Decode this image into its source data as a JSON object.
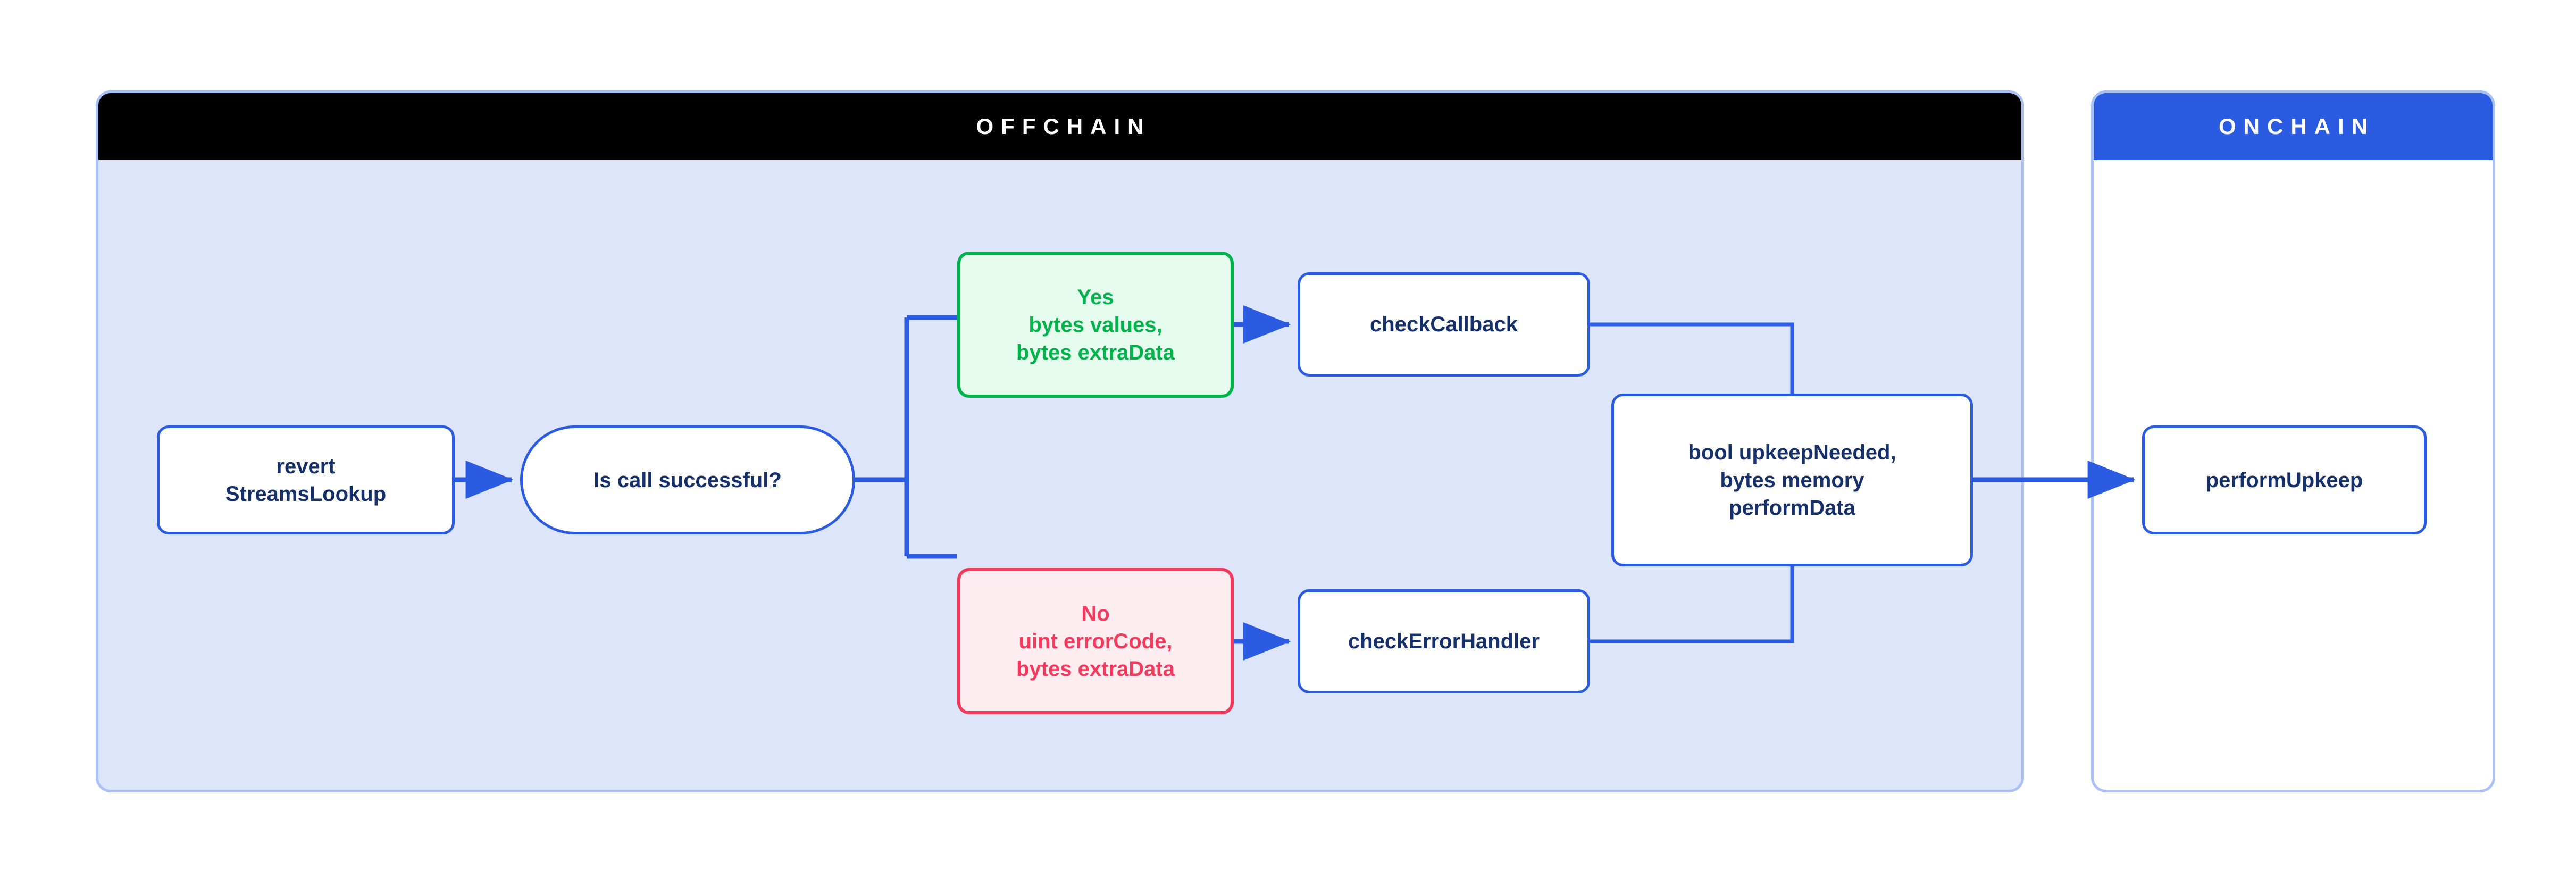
{
  "diagram": {
    "title_offchain": "OFFCHAIN",
    "title_onchain": "ONCHAIN",
    "colors": {
      "offchain_header_bg": "#000000",
      "onchain_header_bg": "#2B5BE0",
      "offchain_panel_bg": "#DCE5FA",
      "onchain_panel_bg": "#FFFFFF",
      "panel_border": "#A9C1F4",
      "node_border_blue": "#2B5BE0",
      "node_text_navy": "#15306B",
      "success_green": "#00B34A",
      "success_green_bg": "#E4FBEE",
      "error_red": "#F23A5C",
      "error_red_bg": "#FDEDF0",
      "connector_blue": "#2B5BE0"
    },
    "panels": [
      {
        "id": "offchain",
        "label": "OFFCHAIN"
      },
      {
        "id": "onchain",
        "label": "ONCHAIN"
      }
    ],
    "nodes": {
      "revert": "revert\nStreamsLookup",
      "decision": "Is call successful?",
      "yes": "Yes\nbytes values,\nbytes extraData",
      "no": "No\nuint errorCode,\nbytes extraData",
      "check_callback": "checkCallback",
      "check_error_handler": "checkErrorHandler",
      "upkeep_needed": "bool upkeepNeeded,\nbytes memory\nperformData",
      "perform_upkeep": "performUpkeep"
    },
    "edges": [
      {
        "from": "revert",
        "to": "decision",
        "arrow": true,
        "label": ""
      },
      {
        "from": "decision",
        "to": "yes",
        "arrow": false,
        "label": ""
      },
      {
        "from": "decision",
        "to": "no",
        "arrow": false,
        "label": ""
      },
      {
        "from": "yes",
        "to": "check_callback",
        "arrow": true,
        "label": ""
      },
      {
        "from": "no",
        "to": "check_error_handler",
        "arrow": true,
        "label": ""
      },
      {
        "from": "check_callback",
        "to": "upkeep_needed",
        "arrow": false,
        "label": ""
      },
      {
        "from": "check_error_handler",
        "to": "upkeep_needed",
        "arrow": false,
        "label": ""
      },
      {
        "from": "upkeep_needed",
        "to": "perform_upkeep",
        "arrow": true,
        "label": ""
      }
    ]
  }
}
